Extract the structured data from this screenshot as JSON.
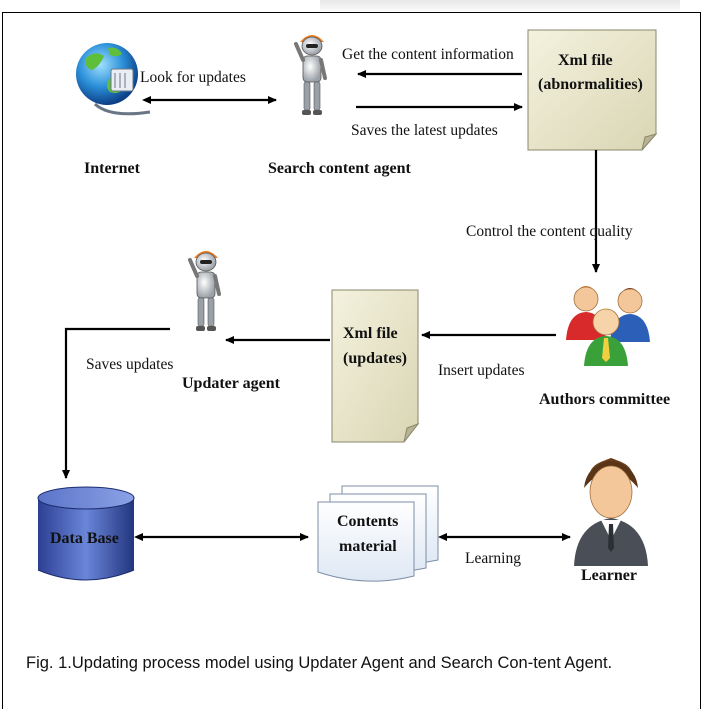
{
  "nodes": {
    "internet": "Internet",
    "search_agent": "Search content agent",
    "xml_abnormalities": [
      "Xml  file",
      "(abnormalities)"
    ],
    "authors": "Authors committee",
    "xml_updates": [
      "Xml file",
      "(updates)"
    ],
    "updater_agent": "Updater agent",
    "database": "Data Base",
    "contents": [
      "Contents",
      "material"
    ],
    "learner": "Learner"
  },
  "edges": {
    "look_for_updates": "Look for updates",
    "get_content": "Get the content information",
    "saves_latest": "Saves the latest updates",
    "control_quality": "Control the content quality",
    "insert_updates": "Insert updates",
    "saves_updates": "Saves updates",
    "learning": "Learning"
  },
  "caption": "Fig. 1.Updating process model using Updater Agent and Search Con-tent Agent."
}
